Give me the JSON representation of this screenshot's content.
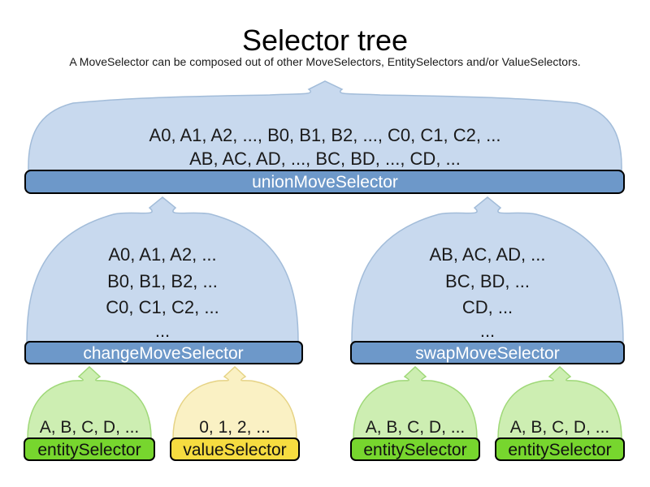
{
  "title": "Selector tree",
  "subtitle": "A MoveSelector can be composed out of other MoveSelectors, EntitySelectors and/or ValueSelectors.",
  "colors": {
    "background": "#ffffff",
    "text": "#1a1a1a",
    "bar_label_on_blue": "#ffffff",
    "bar_border": "#000000",
    "blue_balloon_fill": "#c8d9ee",
    "blue_balloon_stroke": "#a2bcd9",
    "blue_bar_fill": "#6d98c9",
    "green_balloon_fill": "#cdeeb2",
    "green_balloon_stroke": "#9fd878",
    "green_bar_fill": "#77d62e",
    "yellow_balloon_fill": "#faf1c4",
    "yellow_balloon_stroke": "#e6d385",
    "yellow_bar_fill": "#f6dc40"
  },
  "nodes": {
    "union": {
      "label": "unionMoveSelector",
      "lines": [
        "A0, A1, A2, ..., B0, B1, B2, ..., C0, C1, C2, ...",
        "AB, AC, AD, ..., BC, BD, ..., CD, ..."
      ]
    },
    "change": {
      "label": "changeMoveSelector",
      "lines": [
        "A0, A1, A2, ...",
        "B0, B1, B2, ...",
        "C0, C1, C2, ...",
        "..."
      ]
    },
    "swap": {
      "label": "swapMoveSelector",
      "lines": [
        "AB, AC, AD, ...",
        "BC, BD, ...",
        "CD, ...",
        "..."
      ]
    },
    "entity1": {
      "label": "entitySelector",
      "lines": [
        "A, B, C, D, ..."
      ]
    },
    "value1": {
      "label": "valueSelector",
      "lines": [
        "0, 1, 2, ..."
      ]
    },
    "entity2": {
      "label": "entitySelector",
      "lines": [
        "A, B, C, D, ..."
      ]
    },
    "entity3": {
      "label": "entitySelector",
      "lines": [
        "A, B, C, D, ..."
      ]
    }
  }
}
